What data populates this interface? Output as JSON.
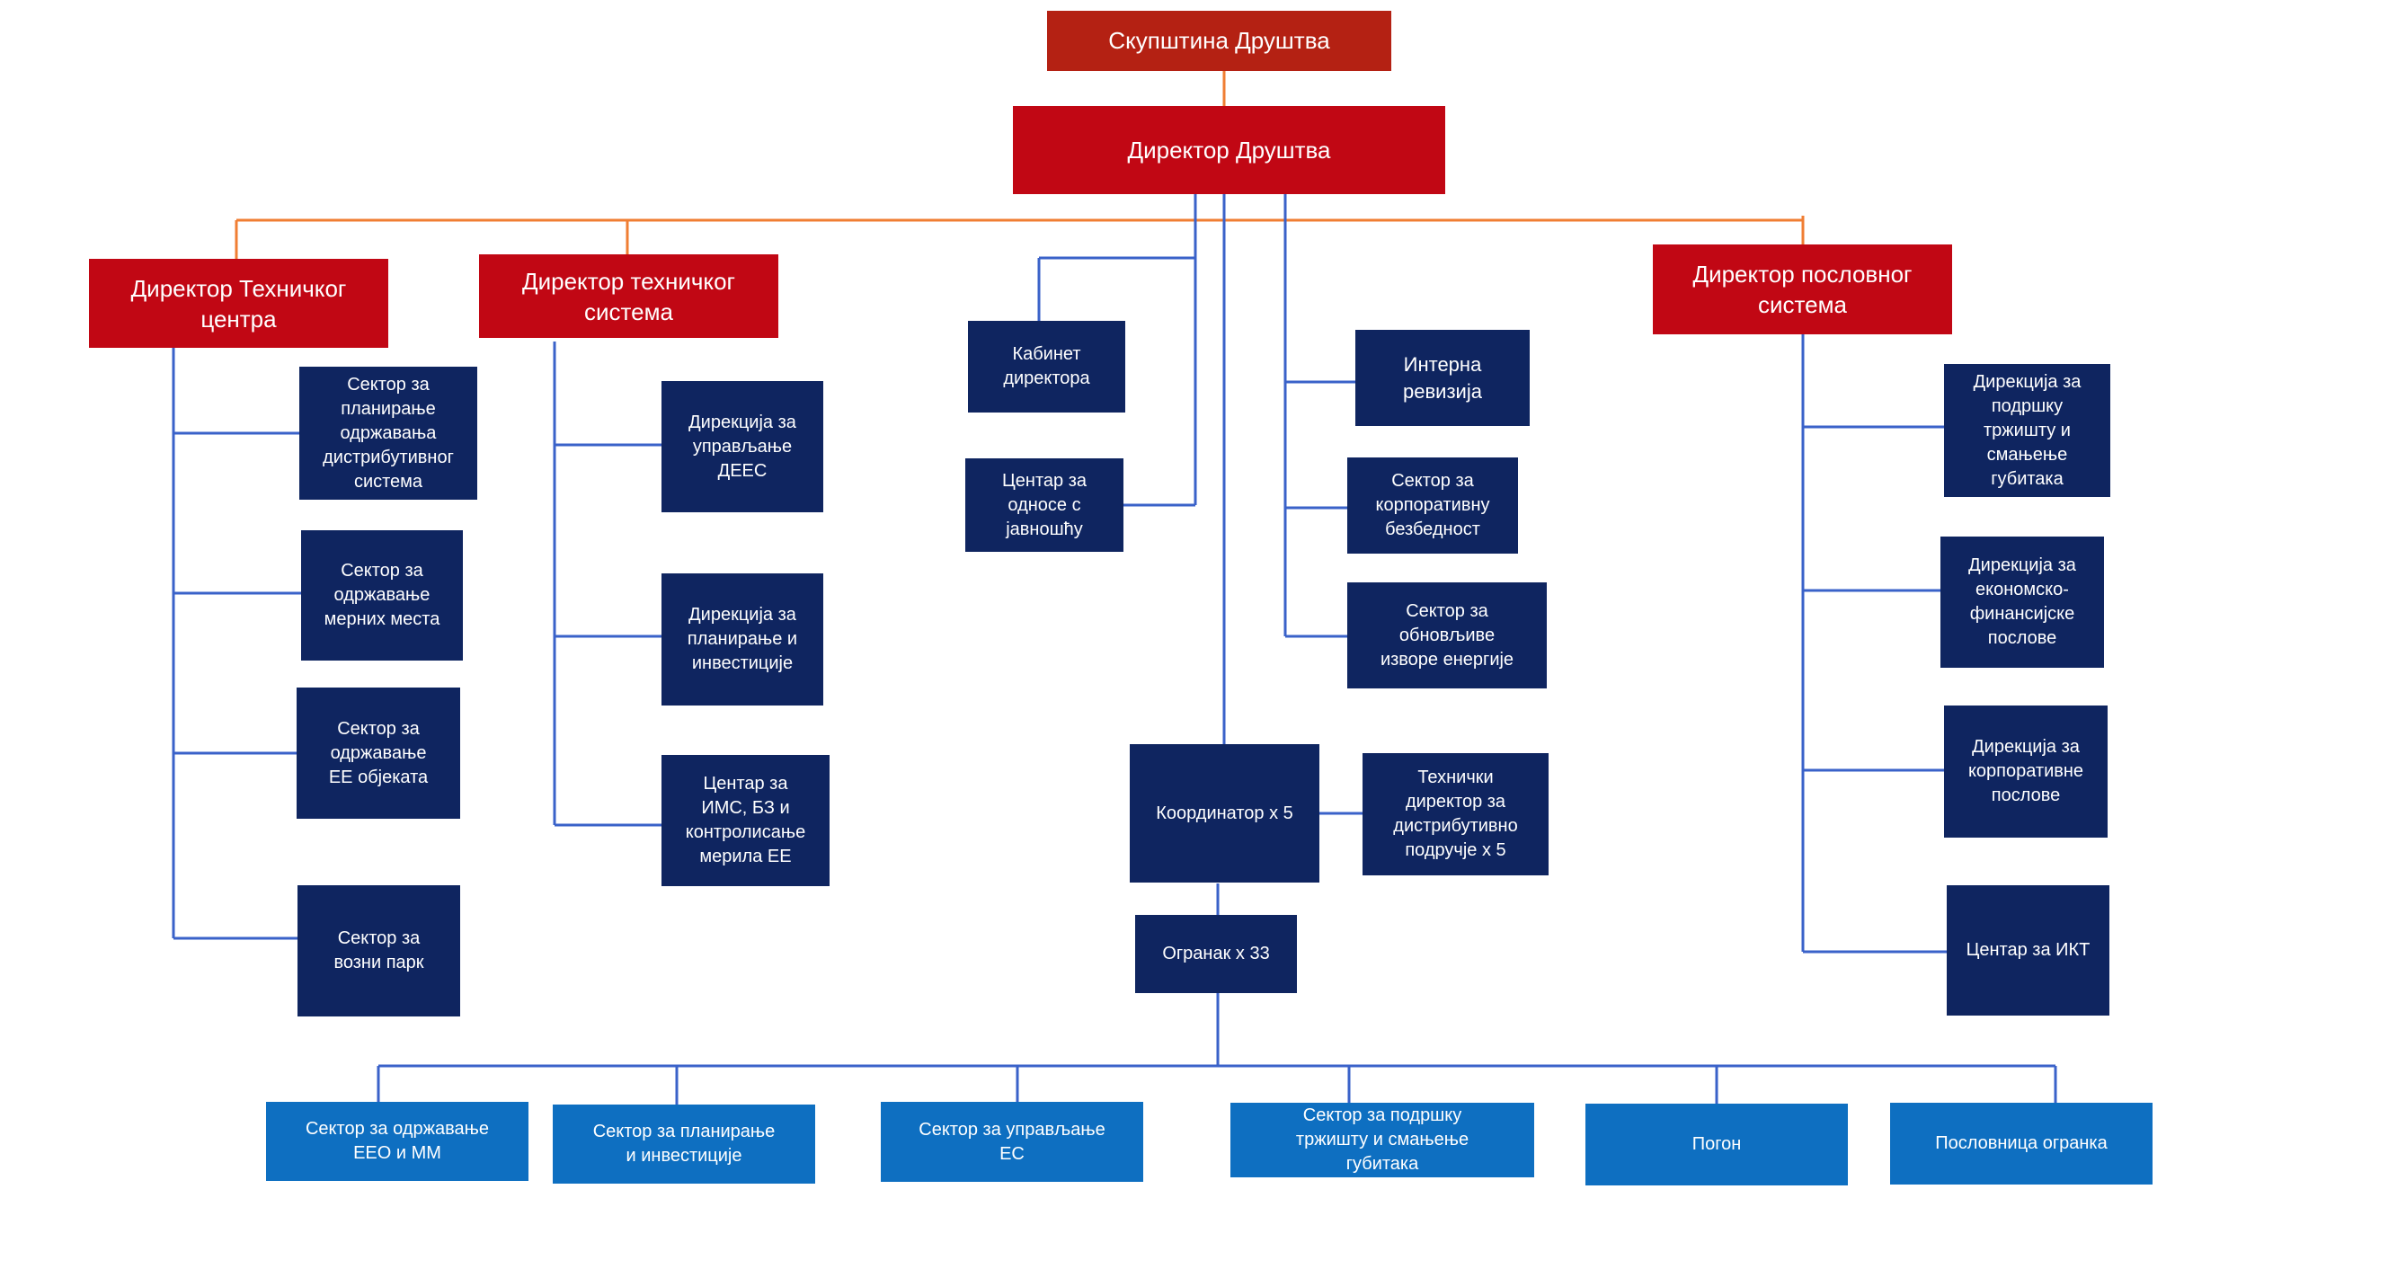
{
  "colors": {
    "top": "#b42113",
    "director": "#c10714",
    "unit": "#0f2560",
    "branch_unit": "#0e6fc1",
    "line_blue": "#3a62c9",
    "line_orange": "#f07e33"
  },
  "assembly": "Скупштина  Друштва",
  "ceo": "Директор Друштва",
  "directors": {
    "technical_center": "Директор  Техничког\nцентра",
    "technical_system": "Директор  техничког\nсистема",
    "business_system": "Директор  пословног\nсистема"
  },
  "technical_center_units": [
    "Сектор за\nпланирање\nодржавања\nдистрибутивног\nсистема",
    "Сектор за\nодржавање\nмерних места",
    "Сектор за\nодржавање\nЕЕ објеката",
    "Сектор за\nвозни парк"
  ],
  "technical_system_units": [
    "Дирекција за\nуправљање\nДЕЕС",
    "Дирекција за\nпланирање и\nинвестиције",
    "Центар за\nИМС,  БЗ и\nконтролисање\nмерила ЕЕ"
  ],
  "ceo_left_units": [
    "Кабинет\nдиректора",
    "Центар за\nодносе с\nјавношћу"
  ],
  "ceo_right_units": [
    "Интерна\nревизија",
    "Сектор за\nкорпоративну\nбезбедност",
    "Сектор за\nобновљиве\nизворе енергије"
  ],
  "business_system_units": [
    "Дирекција за\nподршку\nтржишту и\nсмањење\nгубитака",
    "Дирекција за\nекономско-\nфинансијске\nпослове",
    "Дирекција за\nкорпоративне\nпослове",
    "Центар за ИКТ"
  ],
  "coordinator": "Координатор х 5",
  "technical_director": "Технички\nдиректор за\nдистрибутивно\nподручје х 5",
  "branch": "Огранак х 33",
  "branch_units": [
    "Сектор за  одржавање\nЕЕО и ММ",
    "Сектор за  планирање\nи инвестиције",
    "Сектор за  управљање\nЕС",
    "Сектор за подршку\nтржишту и смањење\nгубитака",
    "Погон",
    "Пословница огранка"
  ]
}
